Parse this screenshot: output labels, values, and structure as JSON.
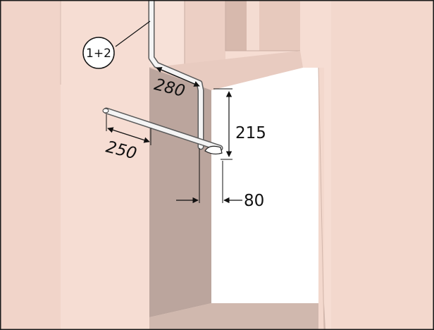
{
  "callout": {
    "label": "1+2"
  },
  "dimensions": {
    "pipe_length": "280",
    "pipe_drop": "215",
    "hanger_length": "250",
    "offset": "80"
  },
  "colors": {
    "wall": "#f6ddd3",
    "wall_shadow": "#e3c6bc",
    "niche_side": "#bba59d",
    "niche_floor": "#d0b8ae",
    "opening": "#ffffff",
    "outline": "#1a1a1a",
    "pipe": "#f4f4f4"
  }
}
